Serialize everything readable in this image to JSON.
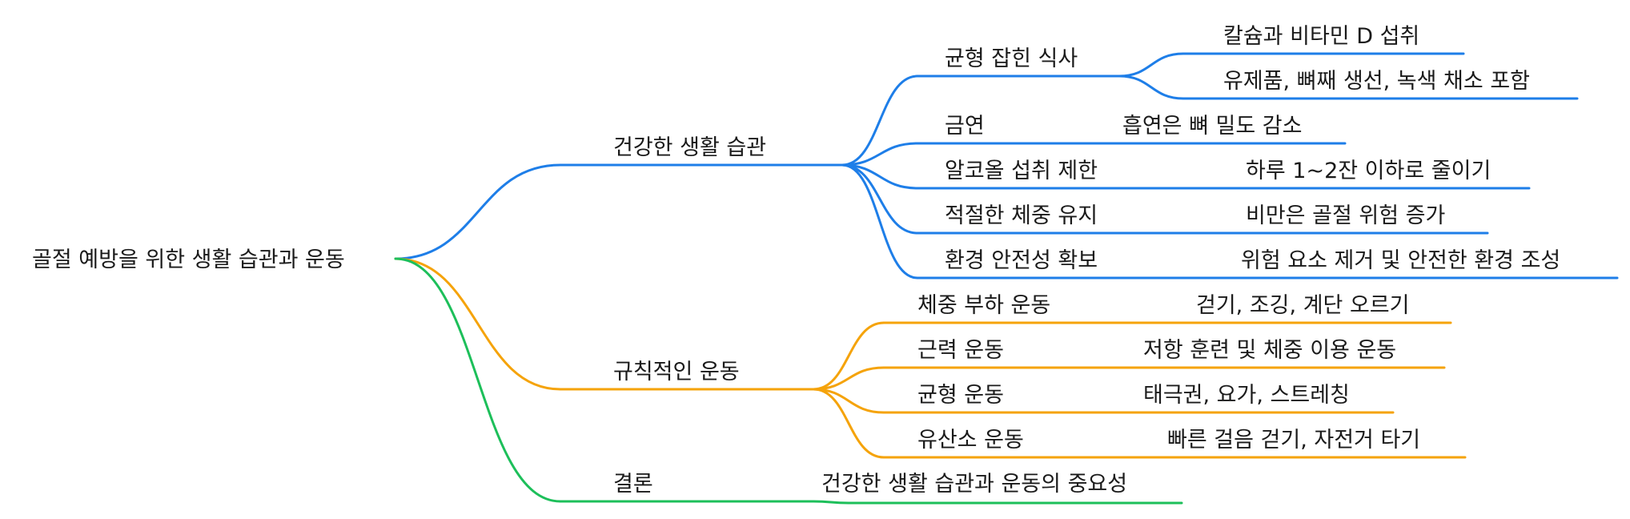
{
  "root": {
    "label": "골절 예방을 위한 생활 습관과 운동"
  },
  "colors": {
    "blue": "#1e7ee8",
    "orange": "#f5a30a",
    "green": "#1dbf5a",
    "text": "#1a1a1a"
  },
  "branches": [
    {
      "label": "건강한 생활 습관",
      "color": "#1e7ee8",
      "children": [
        {
          "label": "균형 잡힌 식사",
          "leaves": [
            "칼슘과 비타민 D 섭취",
            "유제품, 뼈째 생선, 녹색 채소 포함"
          ]
        },
        {
          "label": "금연",
          "leaves": [
            "흡연은 뼈 밀도 감소"
          ]
        },
        {
          "label": "알코올 섭취 제한",
          "leaves": [
            "하루 1~2잔 이하로 줄이기"
          ]
        },
        {
          "label": "적절한 체중 유지",
          "leaves": [
            "비만은 골절 위험 증가"
          ]
        },
        {
          "label": "환경 안전성 확보",
          "leaves": [
            "위험 요소 제거 및 안전한 환경 조성"
          ]
        }
      ]
    },
    {
      "label": "규칙적인 운동",
      "color": "#f5a30a",
      "children": [
        {
          "label": "체중 부하 운동",
          "leaves": [
            "걷기, 조깅, 계단 오르기"
          ]
        },
        {
          "label": "근력 운동",
          "leaves": [
            "저항 훈련 및 체중 이용 운동"
          ]
        },
        {
          "label": "균형 운동",
          "leaves": [
            "태극권, 요가, 스트레칭"
          ]
        },
        {
          "label": "유산소 운동",
          "leaves": [
            "빠른 걸음 걷기, 자전거 타기"
          ]
        }
      ]
    },
    {
      "label": "결론",
      "color": "#1dbf5a",
      "children": [
        {
          "label": "건강한 생활 습관과 운동의 중요성",
          "leaves": []
        }
      ]
    }
  ]
}
